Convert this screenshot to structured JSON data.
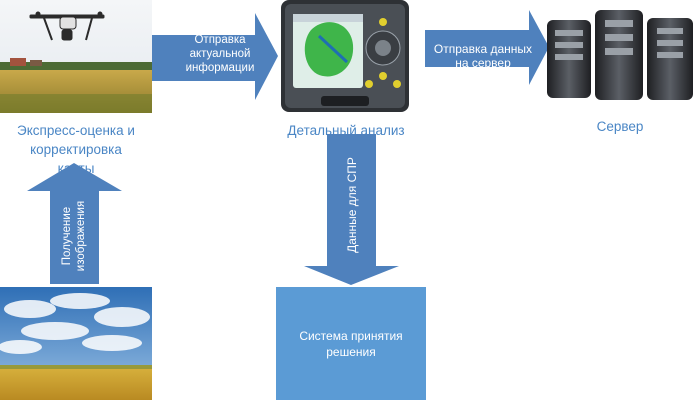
{
  "nodes": {
    "drone_caption_lines": [
      "Экспресс-оценка и",
      "корректировка",
      "карты"
    ],
    "device_caption": "Детальный анализ",
    "server_caption": "Сервер",
    "decision_box": [
      "Система принятия",
      "решения"
    ]
  },
  "arrows": {
    "send_info": [
      "Отправка",
      "актуальной",
      "информации"
    ],
    "send_server": [
      "Отправка данных",
      "на сервер"
    ],
    "get_image": [
      "Получение",
      "изображения"
    ],
    "data_dss": "Данные для СПР"
  },
  "colors": {
    "arrow": "#4f81bd",
    "box": "#5b9bd5",
    "caption": "#4a86c5"
  }
}
